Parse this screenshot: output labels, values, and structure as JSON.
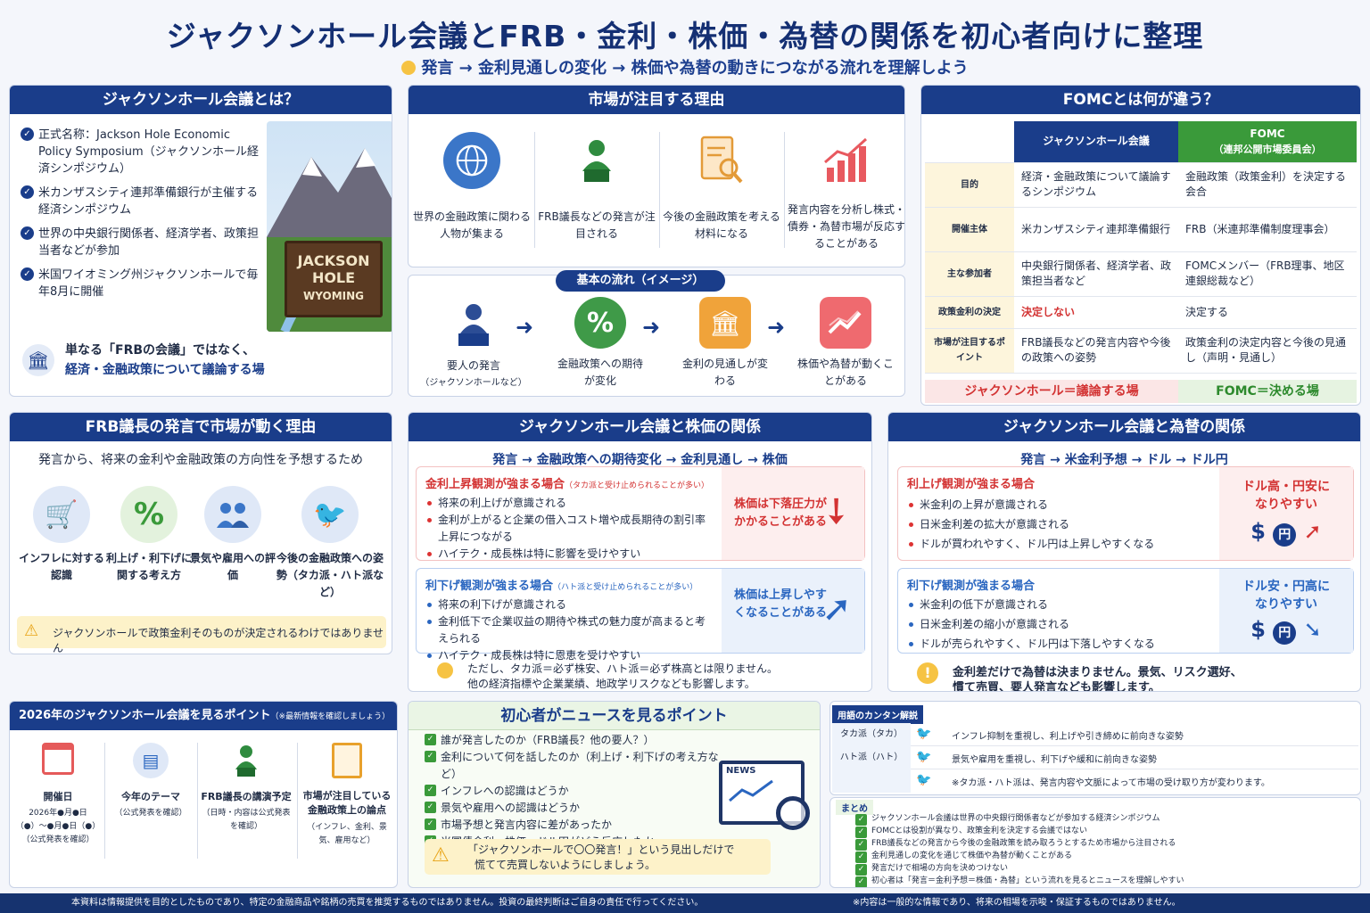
{
  "header": {
    "title": "ジャクソンホール会議とFRB・金利・株価・為替の関係を初心者向けに整理",
    "subtitle": "発言 → 金利見通しの変化 → 株価や為替の動きにつながる流れを理解しよう"
  },
  "about": {
    "heading": "ジャクソンホール会議とは？",
    "items": [
      "正式名称：Jackson Hole Economic Policy Symposium（ジャクソンホール経済シンポジウム）",
      "米カンザスシティ連邦準備銀行が主催する経済シンポジウム",
      "世界の中央銀行関係者、経済学者、政策担当者などが参加",
      "米国ワイオミング州ジャクソンホールで毎年8月に開催"
    ],
    "sign_line1": "JACKSON",
    "sign_line2": "HOLE",
    "sign_line3": "WYOMING",
    "note_line1": "単なる「FRBの会議」ではなく、",
    "note_line2": "経済・金融政策について議論する場"
  },
  "reasons": {
    "heading": "市場が注目する理由",
    "items": [
      {
        "icon": "globe-icon",
        "label": "世界の金融政策に関わる人物が集まる"
      },
      {
        "icon": "speaker-icon",
        "label": "FRB議長などの発言が注目される"
      },
      {
        "icon": "document-search-icon",
        "label": "今後の金融政策を考える材料になる"
      },
      {
        "icon": "chart-up-icon",
        "label": "発言内容を分析し株式・債券・為替市場が反応することがある"
      }
    ]
  },
  "flow": {
    "heading": "基本の流れ（イメージ）",
    "steps": [
      {
        "icon": "person-podium-icon",
        "label": "要人の発言",
        "sub": "（ジャクソンホールなど）"
      },
      {
        "icon": "percent-icon",
        "label": "金融政策への期待が変化",
        "sub": ""
      },
      {
        "icon": "bank-icon",
        "label": "金利の見通しが変わる",
        "sub": ""
      },
      {
        "icon": "trend-icon",
        "label": "株価や為替が動くことがある",
        "sub": ""
      }
    ]
  },
  "fomc": {
    "heading": "FOMCとは何が違う？",
    "col1": "ジャクソンホール会議",
    "col2_line1": "FOMC",
    "col2_line2": "（連邦公開市場委員会）",
    "rows": [
      {
        "label": "目的",
        "jh": "経済・金融政策について議論するシンポジウム",
        "fomc": "金融政策（政策金利）を決定する会合"
      },
      {
        "label": "開催主体",
        "jh": "米カンザスシティ連邦準備銀行",
        "fomc": "FRB（米連邦準備制度理事会）"
      },
      {
        "label": "主な参加者",
        "jh": "中央銀行関係者、経済学者、政策担当者など",
        "fomc": "FOMCメンバー（FRB理事、地区連銀総裁など）"
      },
      {
        "label": "政策金利の決定",
        "jh": "決定しない",
        "fomc": "決定する"
      },
      {
        "label": "市場が注目するポイント",
        "jh": "FRB議長などの発言内容や今後の政策への姿勢",
        "fomc": "政策金利の決定内容と今後の見通し（声明・見通し）"
      }
    ],
    "summary_jh": "ジャクソンホール＝議論する場",
    "summary_fomc": "FOMC＝決める場"
  },
  "frb": {
    "heading": "FRB議長の発言で市場が動く理由",
    "lead": "発言から、将来の金利や金融政策の方向性を予想するため",
    "items": [
      {
        "icon": "cart-icon",
        "label": "インフレに対する認識"
      },
      {
        "icon": "percent-icon",
        "label": "利上げ・利下げに関する考え方"
      },
      {
        "icon": "people-icon",
        "label": "景気や雇用への評価"
      },
      {
        "icon": "bird-icon",
        "label": "今後の金融政策への姿勢（タカ派・ハト派など）"
      }
    ],
    "warning": "ジャクソンホールで政策金利そのものが決定されるわけではありません"
  },
  "stocks": {
    "heading": "ジャクソンホール会議と株価の関係",
    "flow": "発言 → 金融政策への期待変化 → 金利見通し → 株価",
    "up_title": "金利上昇観測が強まる場合",
    "up_small": "（タカ派と受け止められることが多い）",
    "up_items": [
      "将来の利上げが意識される",
      "金利が上がると企業の借入コスト増や成長期待の割引率上昇につながる",
      "ハイテク・成長株は特に影響を受けやすい"
    ],
    "up_result": "株価は下落圧力がかかることがある",
    "down_title": "利下げ観測が強まる場合",
    "down_small": "（ハト派と受け止められることが多い）",
    "down_items": [
      "将来の利下げが意識される",
      "金利低下で企業収益の期待や株式の魅力度が高まると考えられる",
      "ハイテク・成長株は特に恩恵を受けやすい"
    ],
    "down_result": "株価は上昇しやすくなることがある",
    "note_line1": "ただし、タカ派＝必ず株安、ハト派＝必ず株高とは限りません。",
    "note_line2": "他の経済指標や企業業績、地政学リスクなども影響します。"
  },
  "fx": {
    "heading": "ジャクソンホール会議と為替の関係",
    "flow": "発言 → 米金利予想 → ドル → ドル円",
    "up_title": "利上げ観測が強まる場合",
    "up_items": [
      "米金利の上昇が意識される",
      "日米金利差の拡大が意識される",
      "ドルが買われやすく、ドル円は上昇しやすくなる"
    ],
    "up_result": "ドル高・円安になりやすい",
    "down_title": "利下げ観測が強まる場合",
    "down_items": [
      "米金利の低下が意識される",
      "日米金利差の縮小が意識される",
      "ドルが売られやすく、ドル円は下落しやすくなる"
    ],
    "down_result": "ドル安・円高になりやすい",
    "note_line1": "金利差だけで為替は決まりません。景気、リスク選好、",
    "note_line2": "慣て売買、要人発言なども影響します。"
  },
  "points2026": {
    "heading": "2026年のジャクソンホール会議を見るポイント",
    "heading_small": "（※最新情報を確認しましょう）",
    "items": [
      {
        "icon": "calendar-icon",
        "title": "開催日",
        "sub": "2026年●月●日（●）〜●月●日（●）（公式発表を確認）"
      },
      {
        "icon": "document-icon",
        "title": "今年のテーマ",
        "sub": "（公式発表を確認）"
      },
      {
        "icon": "speaker-icon",
        "title": "FRB議長の講演予定",
        "sub": "（日時・内容は公式発表を確認）"
      },
      {
        "icon": "clipboard-icon",
        "title": "市場が注目している金融政策上の論点",
        "sub": "（インフレ、金利、景気、雇用など）"
      }
    ]
  },
  "news": {
    "heading": "初心者がニュースを見るポイント",
    "items": [
      "誰が発言したのか（FRB議長？他の要人？）",
      "金利について何を話したのか（利上げ・利下げの考え方など）",
      "インフレへの認識はどうか",
      "景気や雇用への認識はどうか",
      "市場予想と発言内容に差があったか",
      "米国債金利・株価・ドル円がどう反応したか"
    ],
    "screen_label": "NEWS",
    "warning_line1": "「ジャクソンホールで〇〇発言！」という見出しだけで",
    "warning_line2": "慌てて売買しないようにしましょう。"
  },
  "terms": {
    "heading": "用語のカンタン解説",
    "items": [
      {
        "term": "タカ派（タカ）",
        "desc": "インフレ抑制を重視し、利上げや引き締めに前向きな姿勢"
      },
      {
        "term": "ハト派（ハト）",
        "desc": "景気や雇用を重視し、利下げや緩和に前向きな姿勢"
      },
      {
        "term": "",
        "desc": "※タカ派・ハト派は、発言内容や文脈によって市場の受け取り方が変わります。"
      }
    ],
    "summary_heading": "まとめ",
    "summary": [
      "ジャクソンホール会議は世界の中央銀行関係者などが参加する経済シンポジウム",
      "FOMCとは役割が異なり、政策金利を決定する会議ではない",
      "FRB議長などの発言から今後の金融政策を読み取ろうとするため市場から注目される",
      "金利見通しの変化を通じて株価や為替が動くことがある",
      "発言だけで相場の方向を決めつけない",
      "初心者は「発言＝金利予想＝株価・為替」という流れを見るとニュースを理解しやすい"
    ]
  },
  "footer": {
    "left": "本資料は情報提供を目的としたものであり、特定の金融商品や銘柄の売買を推奨するものではありません。投資の最終判断はご自身の責任で行ってください。",
    "right": "※内容は一般的な情報であり、将来の相場を示唆・保証するものではありません。"
  },
  "colors": {
    "navy": "#1a3d8a",
    "green": "#3a9a3a",
    "red": "#d33333",
    "blue": "#2a66c0",
    "yellow": "#fdf2c9"
  }
}
